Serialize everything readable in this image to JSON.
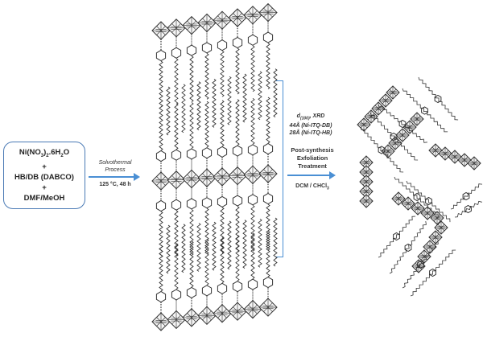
{
  "reactants": {
    "line1_main": "Ni(NO",
    "line1_sub1": "3",
    "line1_mid": ")",
    "line1_sub2": "2",
    "line1_tail": ".6H",
    "line1_sub3": "2",
    "line1_end": "O",
    "plus1": "+",
    "line2": "HB/DB (DABCO)",
    "plus2": "+",
    "line3": "DMF/MeOH"
  },
  "step1": {
    "label_line1": "Solvothermal",
    "label_line2": "Process",
    "conditions": "125 °C, 48 h"
  },
  "xrd": {
    "d_symbol": "d",
    "d_subscript": "(100)",
    "d_suffix": ", XRD",
    "value_db": "44Å (Ni-ITQ-DB)",
    "value_hb": "28Å (Ni-ITQ-HB)"
  },
  "step2": {
    "line1": "Post-synthesis",
    "line2": "Exfoliation",
    "line3": "Treatment",
    "solvent_main": "DCM / CHCl",
    "solvent_sub": "3"
  },
  "structure": {
    "layered_columns": 8,
    "colors": {
      "arrow": "#4a8fd4",
      "box_border": "#4a7ab5",
      "drawing": "#333333"
    }
  }
}
